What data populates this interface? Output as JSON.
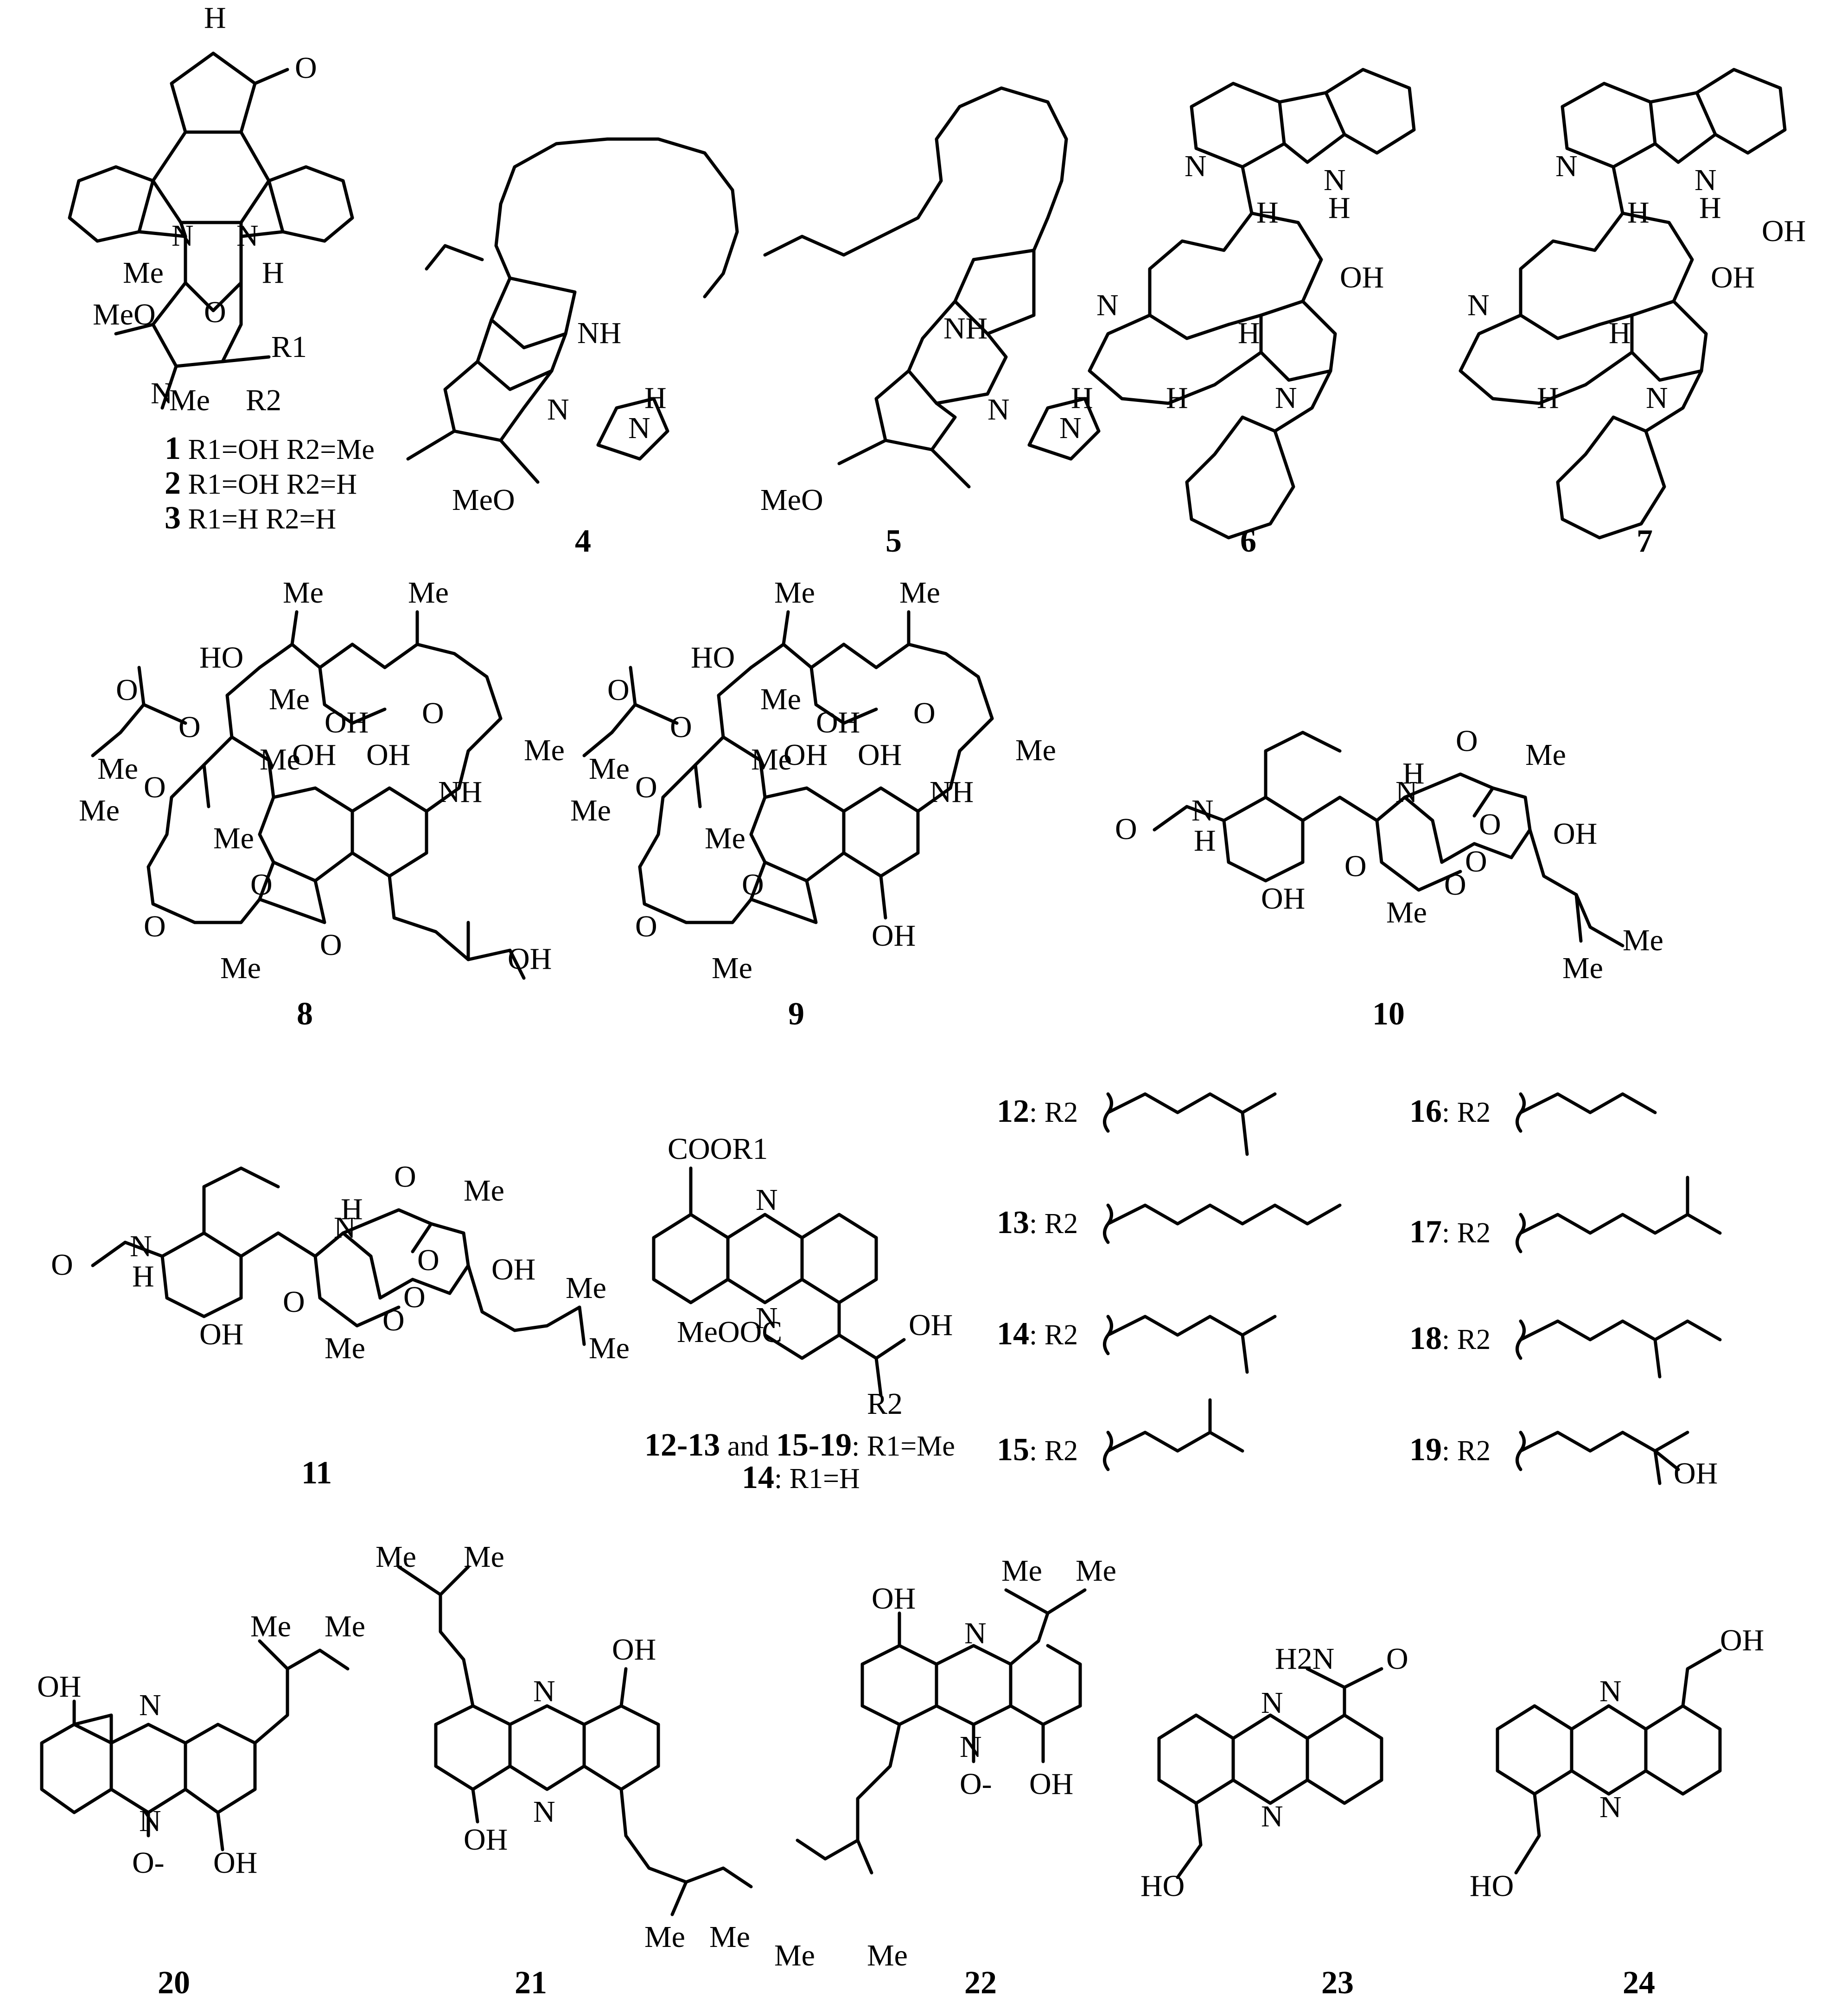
{
  "figure": {
    "compounds": [
      {
        "id": "1",
        "number": "1",
        "labels": [
          "O",
          "O",
          "N",
          "N",
          "H",
          "Me",
          "MeO",
          "N",
          "R1",
          "Me",
          "R2",
          "H"
        ]
      },
      {
        "id": "4",
        "number": "4",
        "labels": [
          "NH",
          "MeO",
          "N",
          "H",
          "N"
        ]
      },
      {
        "id": "5",
        "number": "5",
        "labels": [
          "NH",
          "MeO",
          "N",
          "H",
          "N"
        ]
      },
      {
        "id": "6",
        "number": "6",
        "labels": [
          "N",
          "N",
          "H",
          "H",
          "OH",
          "N",
          "H",
          "H",
          "N"
        ]
      },
      {
        "id": "7",
        "number": "7",
        "labels": [
          "N",
          "N",
          "H",
          "OH",
          "H",
          "OH",
          "N",
          "H",
          "H",
          "N"
        ]
      },
      {
        "id": "8",
        "number": "8",
        "labels": [
          "Me",
          "Me",
          "HO",
          "Me",
          "OH",
          "O",
          "O",
          "Me",
          "Me",
          "OH",
          "OH",
          "NH",
          "Me",
          "O",
          "Me",
          "Me",
          "O",
          "O",
          "O",
          "O",
          "OH",
          "Me"
        ]
      },
      {
        "id": "9",
        "number": "9",
        "labels": [
          "Me",
          "Me",
          "HO",
          "Me",
          "OH",
          "O",
          "O",
          "Me",
          "Me",
          "OH",
          "OH",
          "NH",
          "Me",
          "O",
          "Me",
          "Me",
          "O",
          "O",
          "O",
          "OH",
          "Me"
        ]
      },
      {
        "id": "10",
        "number": "10",
        "labels": [
          "O",
          "N",
          "H",
          "OH",
          "O",
          "N",
          "H",
          "O",
          "Me",
          "O",
          "O",
          "OH",
          "Me",
          "O",
          "Me",
          "Me"
        ]
      },
      {
        "id": "11",
        "number": "11",
        "labels": [
          "O",
          "N",
          "H",
          "OH",
          "O",
          "N",
          "H",
          "O",
          "Me",
          "O",
          "O",
          "OH",
          "Me",
          "O",
          "Me",
          "Me"
        ]
      },
      {
        "id": "12_19_core",
        "labels": [
          "COOR1",
          "N",
          "N",
          "MeOOC",
          "OH",
          "R2"
        ]
      },
      {
        "id": "20",
        "number": "20",
        "labels": [
          "Me",
          "Me",
          "OH",
          "N",
          "N",
          "O-",
          "OH"
        ]
      },
      {
        "id": "21",
        "number": "21",
        "labels": [
          "Me",
          "Me",
          "OH",
          "N",
          "N",
          "OH",
          "Me",
          "Me"
        ]
      },
      {
        "id": "22",
        "number": "22",
        "labels": [
          "Me",
          "Me",
          "OH",
          "N",
          "N",
          "O-",
          "OH",
          "Me",
          "Me"
        ]
      },
      {
        "id": "23",
        "number": "23",
        "labels": [
          "H2N",
          "O",
          "N",
          "N",
          "HO"
        ]
      },
      {
        "id": "24",
        "number": "24",
        "labels": [
          "OH",
          "N",
          "N",
          "HO"
        ]
      }
    ],
    "captions_1_3": [
      {
        "num": "1",
        "r1": "R1=OH",
        "r2": "R2=Me"
      },
      {
        "num": "2",
        "r1": "R1=OH",
        "r2": "R2=H"
      },
      {
        "num": "3",
        "r1": "R1=H",
        "r2": "R2=H"
      }
    ],
    "captions_12_19": {
      "line1_bold": "12-13",
      "line1_and": " and ",
      "line1_bold2": "15-19",
      "line1_rest": ": R1=Me",
      "line2_bold": "14",
      "line2_rest": ": R1=H"
    },
    "side_chains": [
      {
        "num": "12",
        "label": ": R2"
      },
      {
        "num": "13",
        "label": ": R2"
      },
      {
        "num": "14",
        "label": ": R2"
      },
      {
        "num": "15",
        "label": ": R2"
      },
      {
        "num": "16",
        "label": ": R2"
      },
      {
        "num": "17",
        "label": ": R2"
      },
      {
        "num": "18",
        "label": ": R2"
      },
      {
        "num": "19",
        "label": ": R2",
        "extra": "OH"
      }
    ]
  }
}
